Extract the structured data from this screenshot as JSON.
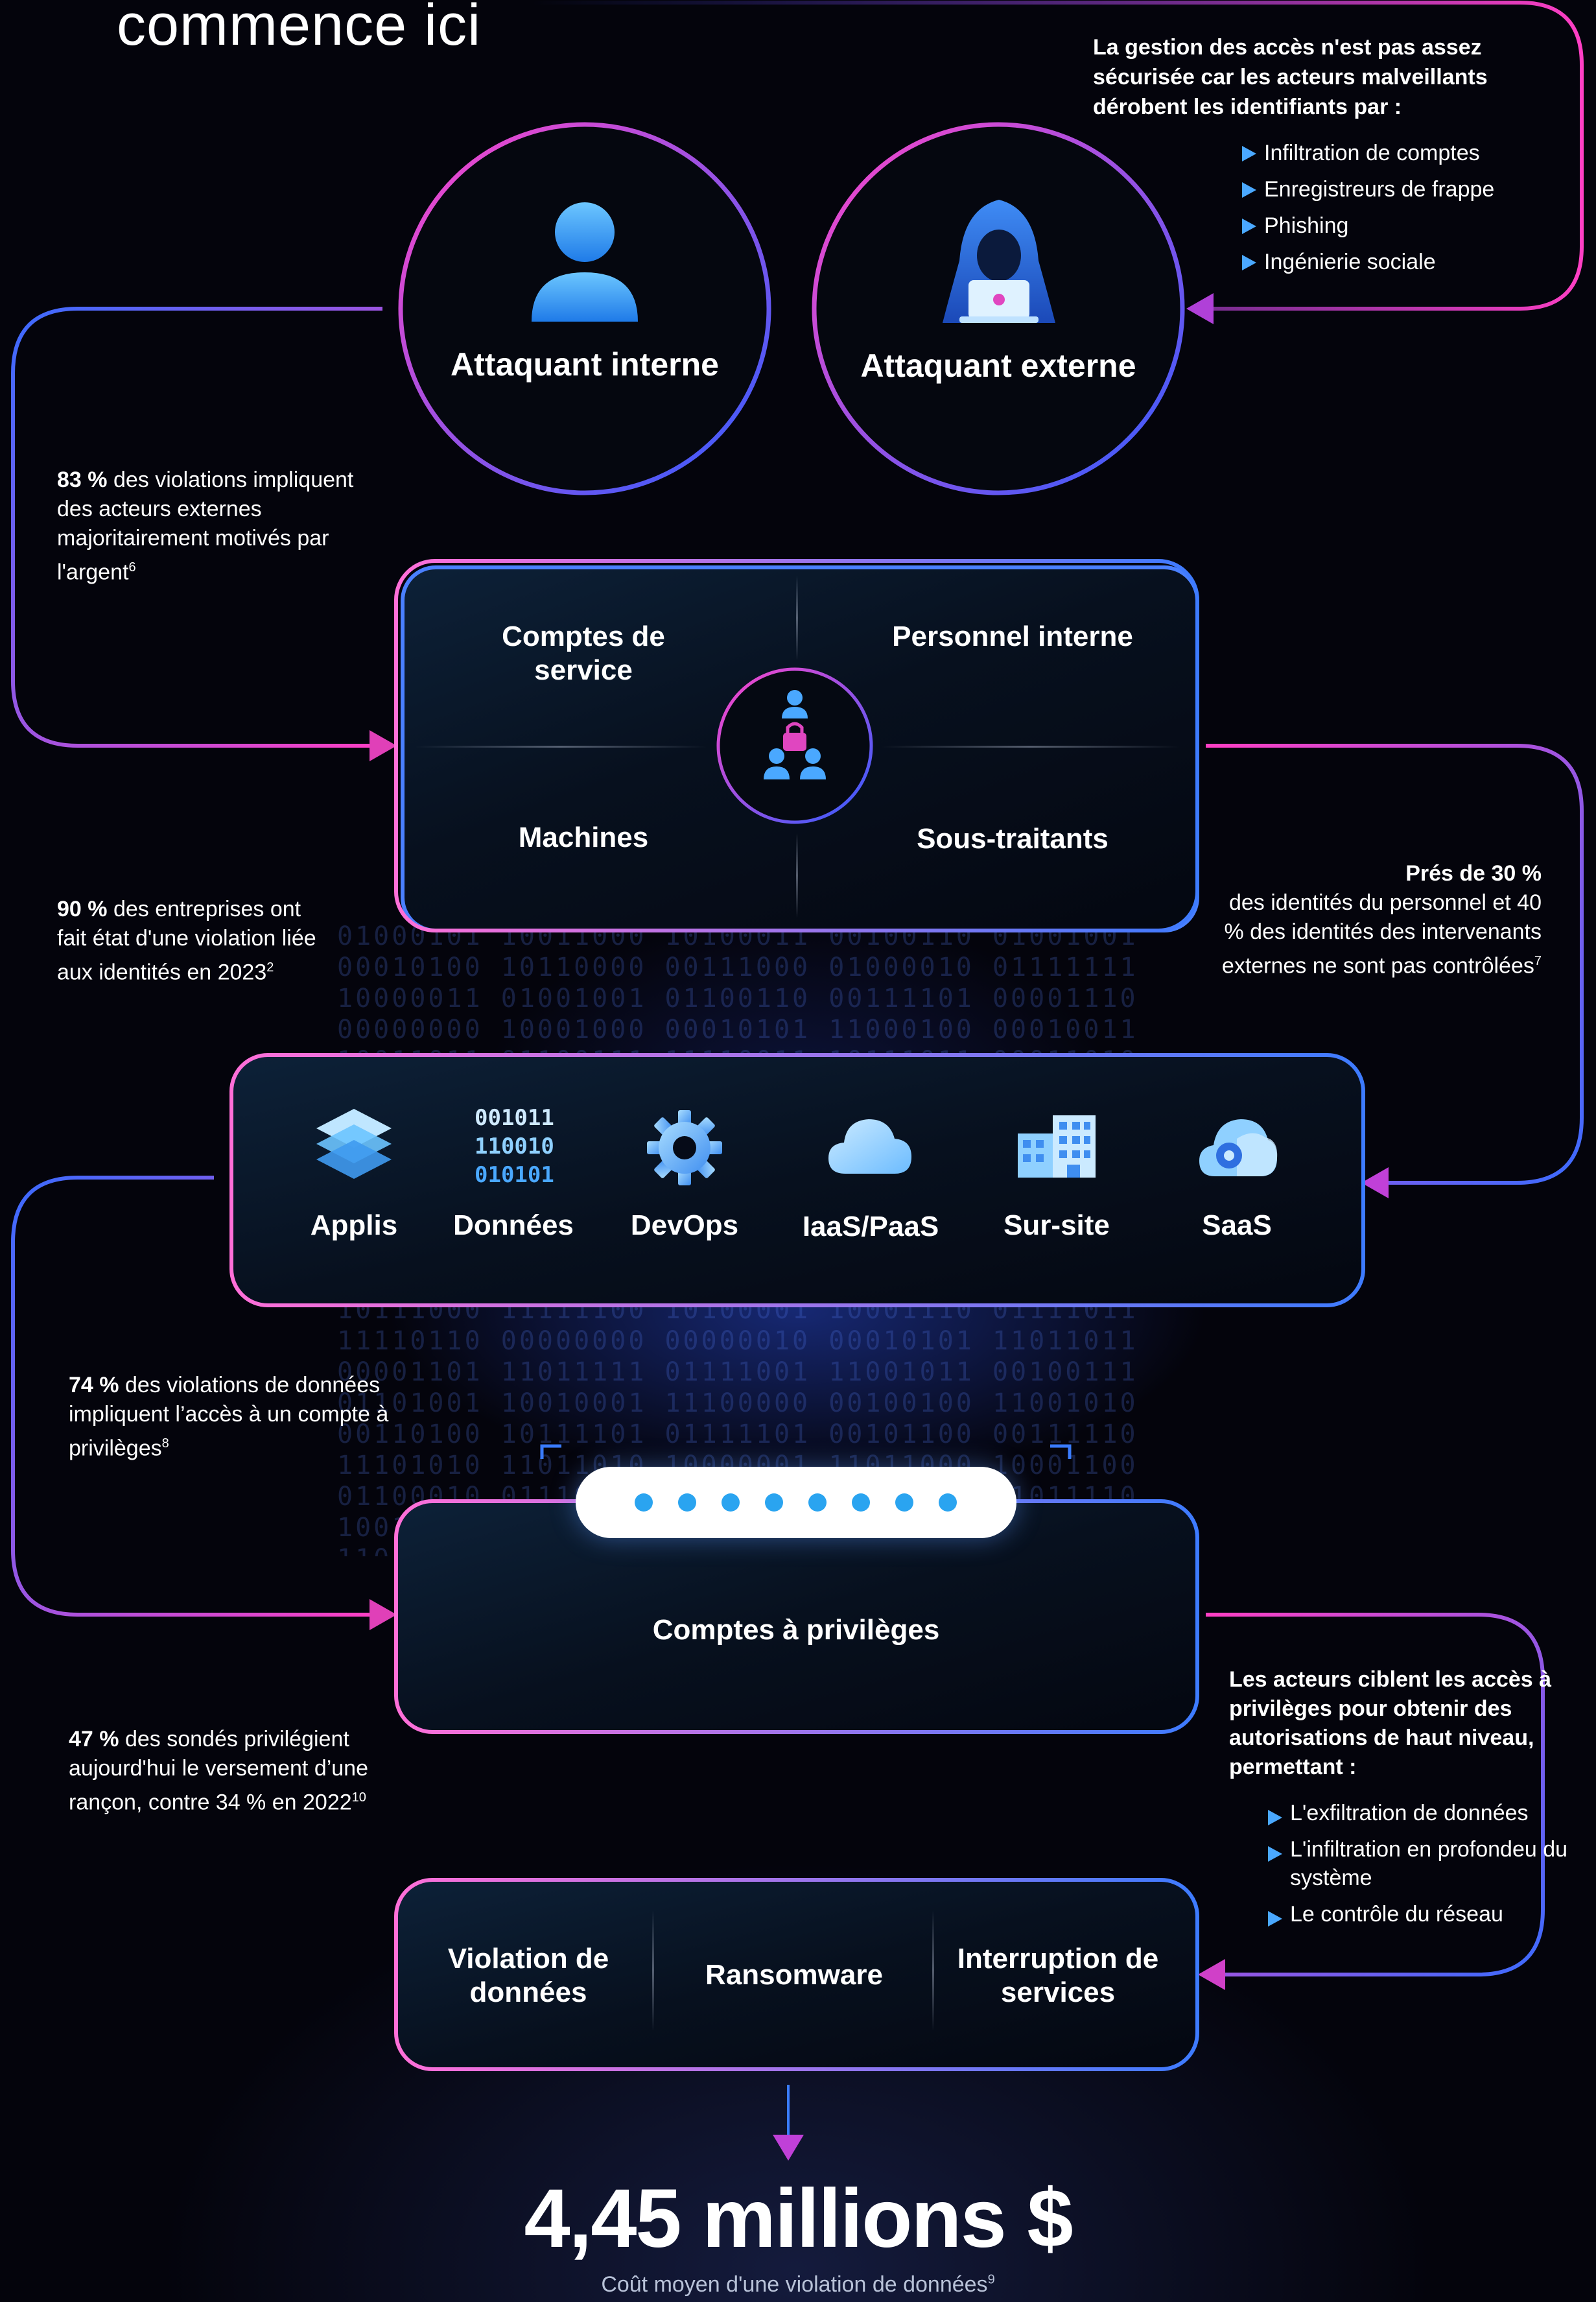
{
  "header": {
    "title": "commence ici"
  },
  "intro_note": {
    "text": "La gestion des accès n'est pas assez sécurisée car les acteurs malveillants dérobent les identifiants par :",
    "bullets": [
      "Infiltration de comptes",
      "Enregistreurs de frappe",
      "Phishing",
      "Ingénierie sociale"
    ]
  },
  "attackers": {
    "internal": "Attaquant interne",
    "external": "Attaquant externe"
  },
  "note_83": {
    "bold": "83 %",
    "text": " des violations impliquent des acteurs externes majoritairement motivés par l'argent",
    "sup": "6"
  },
  "identities": {
    "service_accounts": "Comptes de service",
    "internal_staff": "Personnel interne",
    "machines": "Machines",
    "subcontractors": "Sous-traitants"
  },
  "note_90": {
    "bold": "90 %",
    "text": " des entreprises ont fait état d'une violation liée aux identités en 2023",
    "sup": "2"
  },
  "note_30": {
    "bold": "Prés de 30 %",
    "text": "des identités du personnel et 40 % des identités des intervenants externes ne sont pas contrôlées",
    "sup": "7"
  },
  "resources": {
    "apps": "Applis",
    "data": "Données",
    "data_bits": [
      "001011",
      "110010",
      "010101"
    ],
    "devops": "DevOps",
    "iaas": "IaaS/PaaS",
    "onsite": "Sur-site",
    "saas": "SaaS"
  },
  "note_74": {
    "bold": "74 %",
    "text": " des violations de données impliquent l’accès à un compte à privilèges",
    "sup": "8"
  },
  "privileged": {
    "label": "Comptes à privilèges"
  },
  "note_47": {
    "bold": "47 %",
    "text": " des sondés privilégient aujourd'hui le versement d’une rançon, contre 34 % en 2022",
    "sup": "10"
  },
  "actors_note": {
    "text": "Les acteurs ciblent les accès à privilèges pour obtenir des autorisations de haut niveau, permettant :",
    "bullets": [
      "L'exfiltration de données",
      "L'infiltration en profondeu du système",
      "Le contrôle du réseau"
    ]
  },
  "outcomes": {
    "breach": "Violation de données",
    "ransomware": "Ransomware",
    "interruption": "Interruption de services"
  },
  "cost": {
    "value": "4,45 millions $",
    "caption": "Coût moyen d'une violation de données",
    "sup": "9"
  },
  "colors": {
    "pink": "#e040b8",
    "blue": "#2f6bff",
    "light_blue": "#4aa8ff"
  },
  "icons": [
    "person-icon",
    "hacker-icon",
    "identity-network-icon",
    "layers-icon",
    "gear-icon",
    "cloud-icon",
    "building-icon",
    "cloud-gear-icon",
    "dots-icon",
    "arrow-down-icon"
  ]
}
